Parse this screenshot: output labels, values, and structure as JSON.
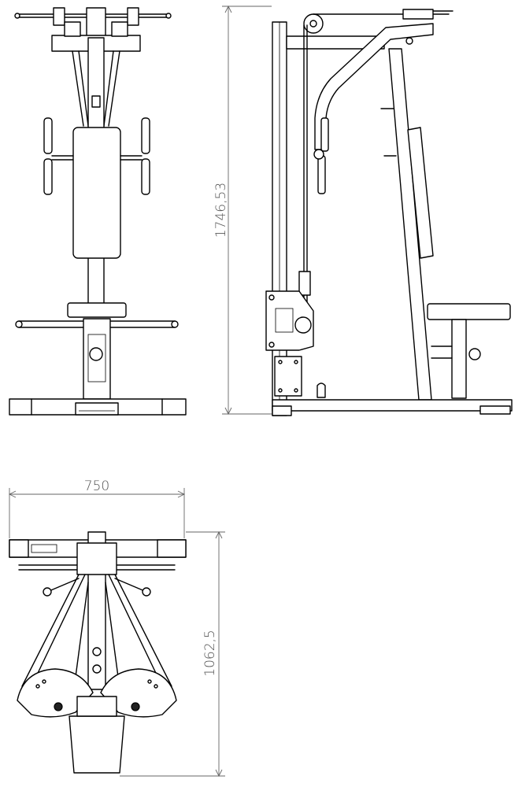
{
  "dimensions": {
    "height": "1746,53",
    "width": "750",
    "depth": "1062,5"
  },
  "colors": {
    "line": "#000000",
    "dimension": "#666666",
    "background": "#ffffff"
  }
}
